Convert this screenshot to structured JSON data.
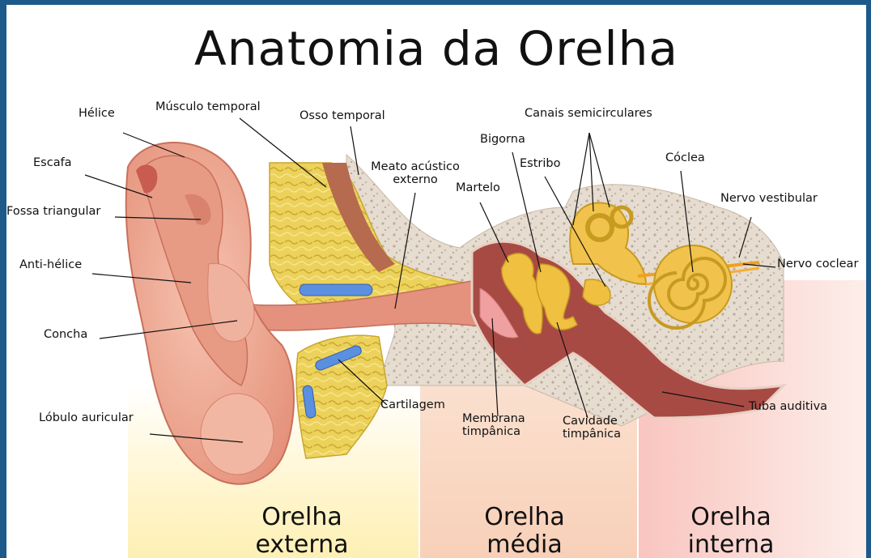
{
  "title": "Anatomia da Orelha",
  "labels": {
    "helice": "Hélice",
    "musculo_temporal": "Músculo temporal",
    "osso_temporal": "Osso temporal",
    "canais_semicirculares": "Canais semicirculares",
    "bigorna": "Bigorna",
    "escafa": "Escafa",
    "meato_line1": "Meato acústico",
    "meato_line2": "externo",
    "estribo": "Estribo",
    "coclea": "Cóclea",
    "martelo": "Martelo",
    "fossa_triangular": "Fossa triangular",
    "nervo_vestibular": "Nervo vestibular",
    "anti_helice": "Anti-hélice",
    "nervo_coclear": "Nervo coclear",
    "concha": "Concha",
    "cartilagem": "Cartilagem",
    "tuba_auditiva": "Tuba auditiva",
    "lobulo_auricular": "Lóbulo auricular",
    "membrana_line1": "Membrana",
    "membrana_line2": "timpânica",
    "cavidade_line1": "Cavidade",
    "cavidade_line2": "timpânica"
  },
  "regions": {
    "externa_line1": "Orelha",
    "externa_line2": "externa",
    "media_line1": "Orelha",
    "media_line2": "média",
    "interna_line1": "Orelha",
    "interna_line2": "interna"
  },
  "colors": {
    "border": "#1d5a8a",
    "outer_zone": "#fdf3c4",
    "middle_zone": "#f8d5c0",
    "inner_zone": "#f9c9c4",
    "skin": "#f0a890",
    "skin_dark": "#d9826e",
    "bone": "#e8d9c8",
    "bone_yellow": "#e8c84a",
    "canal": "#b5574e",
    "ossicle": "#f0c040",
    "cartilage_blue": "#5b8fe0"
  }
}
